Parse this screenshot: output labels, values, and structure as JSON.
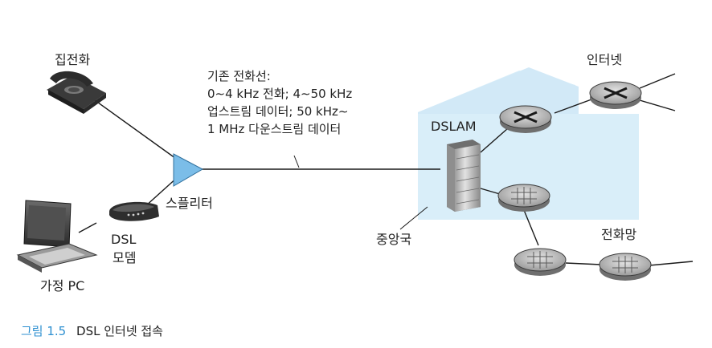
{
  "labels": {
    "home_phone": "집전화",
    "splitter": "스플리터",
    "dsl_modem_line1": "DSL",
    "dsl_modem_line2": "모뎀",
    "home_pc": "가정 PC",
    "dslam": "DSLAM",
    "central_office": "중앙국",
    "internet": "인터넷",
    "telephone_network": "전화망"
  },
  "line_note": [
    "기존 전화선:",
    "0∼4 kHz 전화; 4∼50 kHz",
    "업스트림 데이터; 50 kHz∼",
    "1 MHz 다운스트림 데이터"
  ],
  "caption": {
    "number": "그림 1.5",
    "text": "DSL 인터넷 접속"
  },
  "colors": {
    "building": "#d9eef9",
    "splitter": "#7bbde8",
    "caption_accent": "#2c8fd0",
    "line": "#1a1a1a"
  }
}
